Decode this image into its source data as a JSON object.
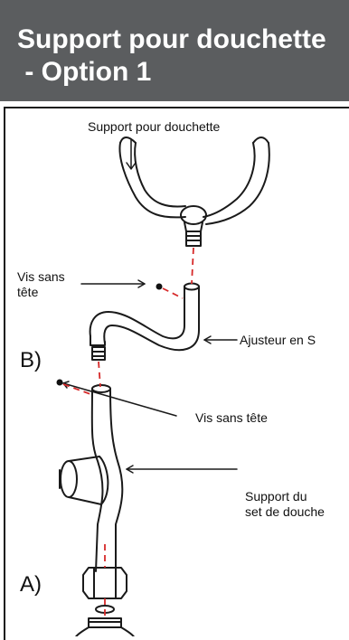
{
  "header": {
    "title_line1": "Support pour douchette",
    "title_line2": " - Option 1"
  },
  "labels": {
    "support_douchette": "Support pour douchette",
    "vis_sans_tete_1_line1": "Vis sans",
    "vis_sans_tete_1_line2": "tête",
    "ajusteur": "Ajusteur en S",
    "step_b": "B)",
    "vis_sans_tete_2": "Vis sans tête",
    "support_set_line1": "Support du",
    "support_set_line2": "set de douche",
    "step_a": "A)"
  },
  "colors": {
    "header_bg": "#5b5d5f",
    "dash_red": "#d62a2a",
    "stroke": "#1a1a1a"
  }
}
